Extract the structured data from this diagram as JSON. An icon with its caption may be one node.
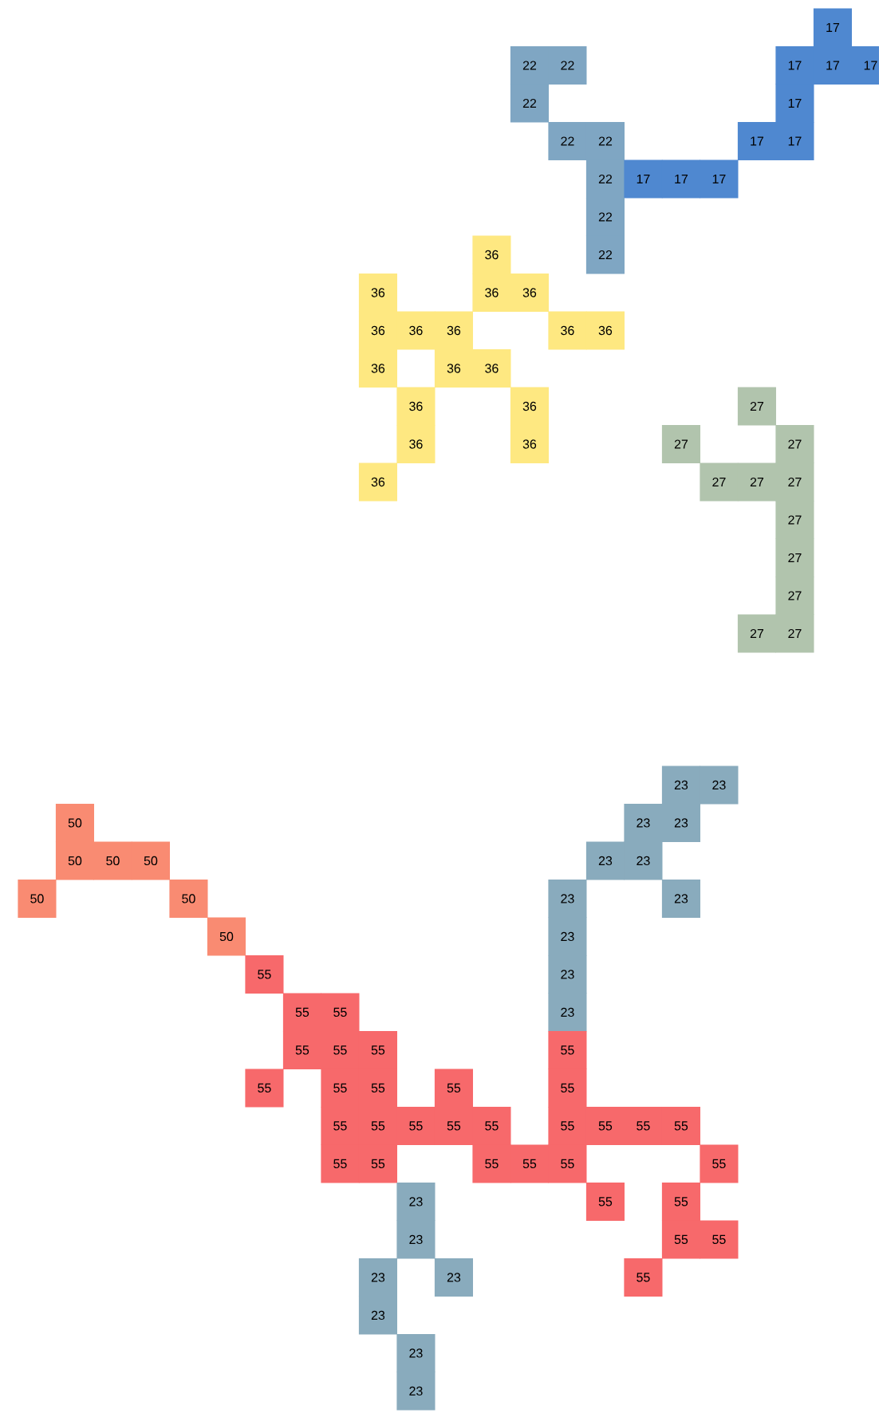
{
  "diagram": {
    "nodes": [
      {
        "text": [
          "17"
        ]
      },
      {
        "text": [
          "22"
        ]
      },
      {
        "text": [
          "22"
        ]
      },
      {
        "text": [
          "17"
        ]
      },
      {
        "text": [
          "17"
        ]
      },
      {
        "text": [
          "17"
        ]
      },
      {
        "text": [
          "22"
        ]
      },
      {
        "text": [
          "17"
        ]
      },
      {
        "text": [
          "22"
        ]
      },
      {
        "text": [
          "22"
        ]
      },
      {
        "text": [
          "17"
        ]
      },
      {
        "text": [
          "17"
        ]
      },
      {
        "text": [
          "22"
        ]
      },
      {
        "text": [
          "17"
        ]
      },
      {
        "text": [
          "17"
        ]
      },
      {
        "text": [
          "17"
        ]
      },
      {
        "text": [
          "22"
        ]
      },
      {
        "text": [
          "36"
        ]
      },
      {
        "text": [
          "22"
        ]
      },
      {
        "text": [
          "36"
        ]
      },
      {
        "text": [
          "36"
        ]
      },
      {
        "text": [
          "36"
        ]
      },
      {
        "text": [
          "36"
        ]
      },
      {
        "text": [
          "36"
        ]
      },
      {
        "text": [
          "36"
        ]
      },
      {
        "text": [
          "36"
        ]
      },
      {
        "text": [
          "36"
        ]
      },
      {
        "text": [
          "36"
        ]
      },
      {
        "text": [
          "36"
        ]
      },
      {
        "text": [
          "36"
        ]
      },
      {
        "text": [
          "36"
        ]
      },
      {
        "text": [
          "36"
        ]
      },
      {
        "text": [
          "27"
        ]
      },
      {
        "text": [
          "36"
        ]
      },
      {
        "text": [
          "36"
        ]
      },
      {
        "text": [
          "27"
        ]
      },
      {
        "text": [
          "27"
        ]
      },
      {
        "text": [
          "36"
        ]
      },
      {
        "text": [
          "27"
        ]
      },
      {
        "text": [
          "27"
        ]
      },
      {
        "text": [
          "27"
        ]
      },
      {
        "text": [
          "27"
        ]
      },
      {
        "text": [
          "27"
        ]
      },
      {
        "text": [
          "27"
        ]
      },
      {
        "text": [
          "27"
        ]
      },
      {
        "text": [
          "27"
        ]
      },
      {
        "text": [
          "23"
        ]
      },
      {
        "text": [
          "23"
        ]
      },
      {
        "text": [
          "50"
        ]
      },
      {
        "text": [
          "23"
        ]
      },
      {
        "text": [
          "23"
        ]
      },
      {
        "text": [
          "50"
        ]
      },
      {
        "text": [
          "50"
        ]
      },
      {
        "text": [
          "50"
        ]
      },
      {
        "text": [
          "23"
        ]
      },
      {
        "text": [
          "23"
        ]
      },
      {
        "text": [
          "50"
        ]
      },
      {
        "text": [
          "50"
        ]
      },
      {
        "text": [
          "23"
        ]
      },
      {
        "text": [
          "23"
        ]
      },
      {
        "text": [
          "50"
        ]
      },
      {
        "text": [
          "23"
        ]
      },
      {
        "text": [
          "55"
        ]
      },
      {
        "text": [
          "23"
        ]
      },
      {
        "text": [
          "55"
        ]
      },
      {
        "text": [
          "55"
        ]
      },
      {
        "text": [
          "23"
        ]
      },
      {
        "text": [
          "55"
        ]
      },
      {
        "text": [
          "55"
        ]
      },
      {
        "text": [
          "55"
        ]
      },
      {
        "text": [
          "55"
        ]
      },
      {
        "text": [
          "55"
        ]
      },
      {
        "text": [
          "55"
        ]
      },
      {
        "text": [
          "55"
        ]
      },
      {
        "text": [
          "55"
        ]
      },
      {
        "text": [
          "55"
        ]
      },
      {
        "text": [
          "55"
        ]
      },
      {
        "text": [
          "55"
        ]
      },
      {
        "text": [
          "55"
        ]
      },
      {
        "text": [
          "55"
        ]
      },
      {
        "text": [
          "55"
        ]
      },
      {
        "text": [
          "55"
        ]
      },
      {
        "text": [
          "55"
        ]
      },
      {
        "text": [
          "55"
        ]
      },
      {
        "text": [
          "55"
        ]
      },
      {
        "text": [
          "55"
        ]
      },
      {
        "text": [
          "55"
        ]
      },
      {
        "text": [
          "55"
        ]
      },
      {
        "text": [
          "55"
        ]
      },
      {
        "text": [
          "55"
        ]
      },
      {
        "text": [
          "55"
        ]
      },
      {
        "text": [
          "23"
        ]
      },
      {
        "text": [
          "55"
        ]
      },
      {
        "text": [
          "55"
        ]
      },
      {
        "text": [
          "23"
        ]
      },
      {
        "text": [
          "55"
        ]
      },
      {
        "text": [
          "55"
        ]
      },
      {
        "text": [
          "23"
        ]
      },
      {
        "text": [
          "23"
        ]
      },
      {
        "text": [
          "55"
        ]
      },
      {
        "text": [
          "23"
        ]
      },
      {
        "text": [
          "23"
        ]
      },
      {
        "text": [
          "23"
        ]
      }
    ]
  }
}
